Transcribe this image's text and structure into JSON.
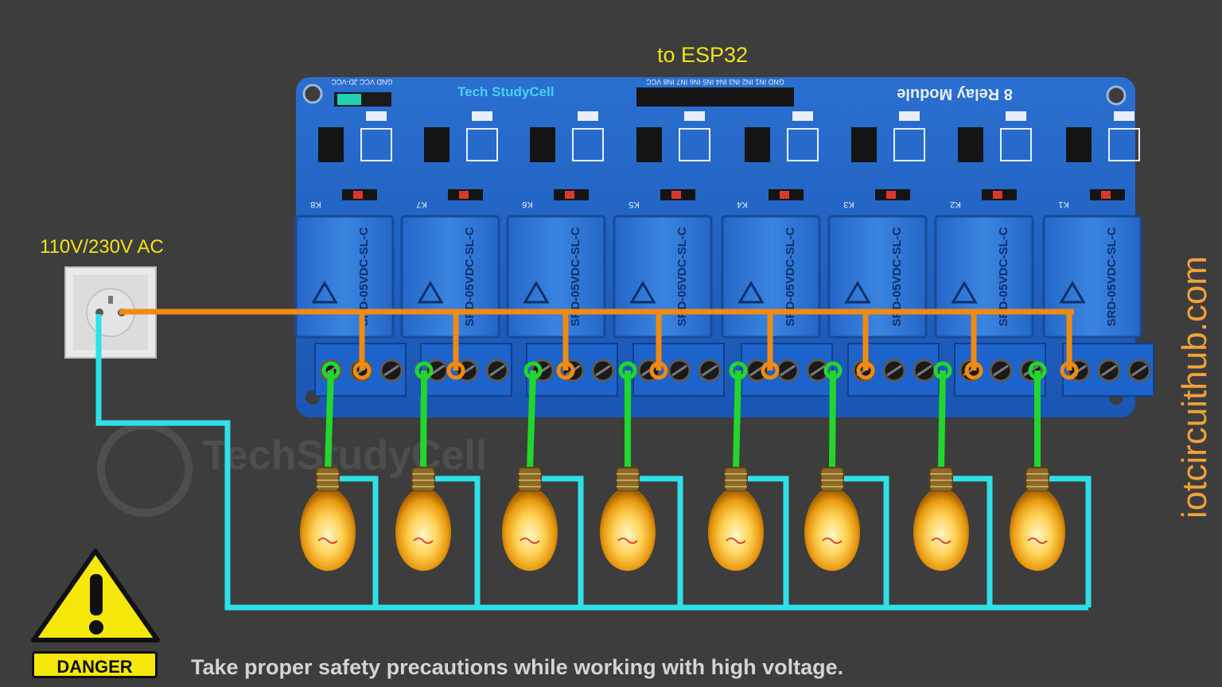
{
  "labels": {
    "esp": "to ESP32",
    "ac": "110V/230V AC",
    "website": "iotcircuithub.com",
    "warning": "Take proper safety precautions while working with high voltage.",
    "danger": "DANGER",
    "watermark": "TechStudyCell",
    "pcb_brand": "Tech StudyCell",
    "module_title": "8 Relay Module",
    "pin_header": "GND IN1 IN2 IN3 IN4 IN5 IN6 IN7 IN8 VCC",
    "jumper": "GND VCC JD-VCC"
  },
  "relays": [
    {
      "id": "K8",
      "print": "SRD-05VDC-SL-C"
    },
    {
      "id": "K7",
      "print": "SRD-05VDC-SL-C"
    },
    {
      "id": "K6",
      "print": "SRD-05VDC-SL-C"
    },
    {
      "id": "K5",
      "print": "SRD-05VDC-SL-C"
    },
    {
      "id": "K4",
      "print": "SRD-05VDC-SL-C"
    },
    {
      "id": "K3",
      "print": "SRD-05VDC-SL-C"
    },
    {
      "id": "K2",
      "print": "SRD-05VDC-SL-C"
    },
    {
      "id": "K1",
      "print": "SRD-05VDC-SL-C"
    }
  ],
  "colors": {
    "background": "#3d3d3d",
    "pcb": "#1f63c6",
    "relay": "#2f78d6",
    "phase_wire": "#f08a12",
    "load_wire": "#22d62e",
    "neutral_wire": "#2fe0e8",
    "label_yellow": "#f2e21c",
    "website_orange": "#f0a23a"
  }
}
